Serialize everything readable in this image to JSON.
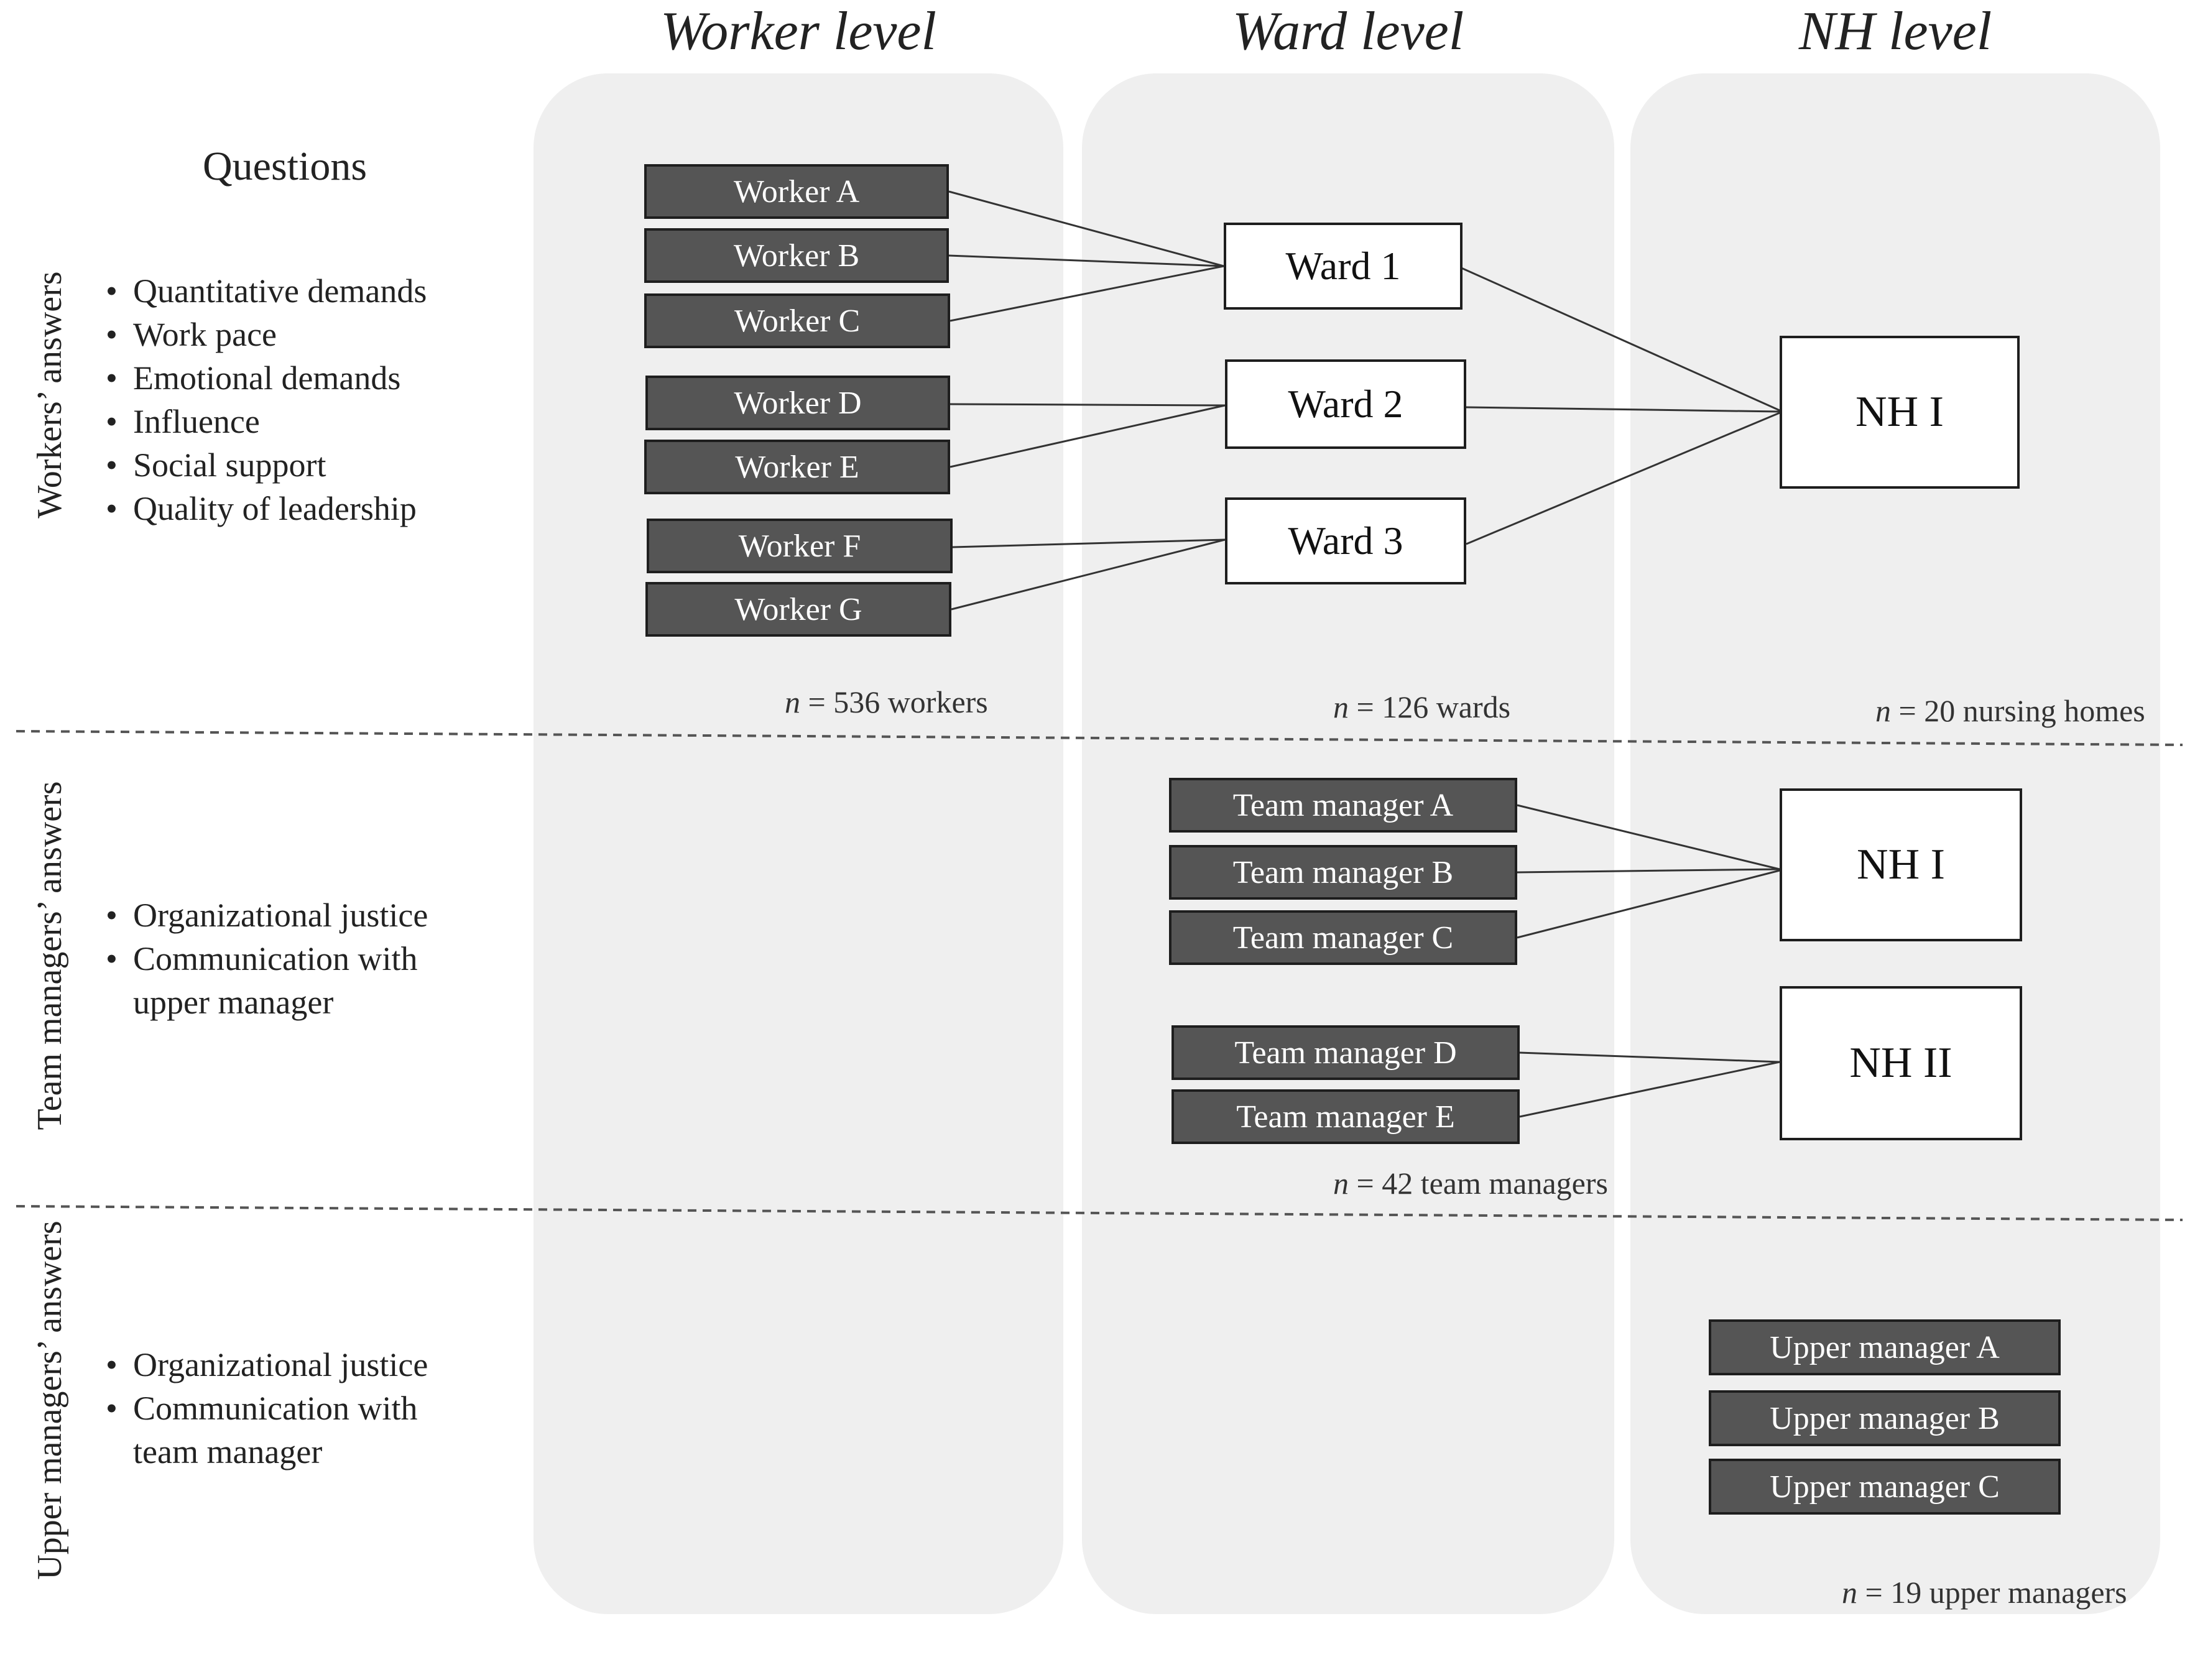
{
  "columns": {
    "worker": "Worker level",
    "ward": "Ward level",
    "nh": "NH level"
  },
  "questions_title": "Questions",
  "sections": {
    "workers": {
      "label": "Workers’ answers",
      "questions": [
        "Quantitative demands",
        "Work pace",
        "Emotional demands",
        "Influence",
        "Social support",
        "Quality of leadership"
      ]
    },
    "team_managers": {
      "label": "Team managers’ answers",
      "questions": [
        "Organizational justice",
        "Communication with upper manager"
      ]
    },
    "upper_managers": {
      "label": "Upper managers’ answers",
      "questions": [
        "Organizational justice",
        "Communication with team manager"
      ]
    }
  },
  "nodes": {
    "workers": [
      "Worker A",
      "Worker B",
      "Worker C",
      "Worker D",
      "Worker E",
      "Worker F",
      "Worker G"
    ],
    "wards": [
      "Ward 1",
      "Ward 2",
      "Ward 3"
    ],
    "nh_workers": "NH I",
    "team_managers": [
      "Team manager A",
      "Team manager B",
      "Team manager C",
      "Team manager D",
      "Team manager E"
    ],
    "nh_team": [
      "NH I",
      "NH II"
    ],
    "upper_managers": [
      "Upper manager A",
      "Upper manager B",
      "Upper manager C"
    ]
  },
  "counts": {
    "n_symbol": "n",
    "workers": "= 536 workers",
    "wards": "= 126 wards",
    "nursing_homes": "= 20 nursing homes",
    "team_managers": "= 42 team managers",
    "upper_managers": "= 19 upper managers"
  },
  "connections": [
    {
      "from": "Worker A",
      "to": "Ward 1"
    },
    {
      "from": "Worker B",
      "to": "Ward 1"
    },
    {
      "from": "Worker C",
      "to": "Ward 1"
    },
    {
      "from": "Worker D",
      "to": "Ward 2"
    },
    {
      "from": "Worker E",
      "to": "Ward 2"
    },
    {
      "from": "Worker F",
      "to": "Ward 3"
    },
    {
      "from": "Worker G",
      "to": "Ward 3"
    },
    {
      "from": "Ward 1",
      "to": "NH I"
    },
    {
      "from": "Ward 2",
      "to": "NH I"
    },
    {
      "from": "Ward 3",
      "to": "NH I"
    },
    {
      "from": "Team manager A",
      "to": "NH I"
    },
    {
      "from": "Team manager B",
      "to": "NH I"
    },
    {
      "from": "Team manager C",
      "to": "NH I"
    },
    {
      "from": "Team manager D",
      "to": "NH II"
    },
    {
      "from": "Team manager E",
      "to": "NH II"
    }
  ],
  "colors": {
    "column_background": "#efefef",
    "dark_box": "#555555",
    "box_border": "#1e1e1e",
    "line": "#333333",
    "divider": "#555555"
  }
}
